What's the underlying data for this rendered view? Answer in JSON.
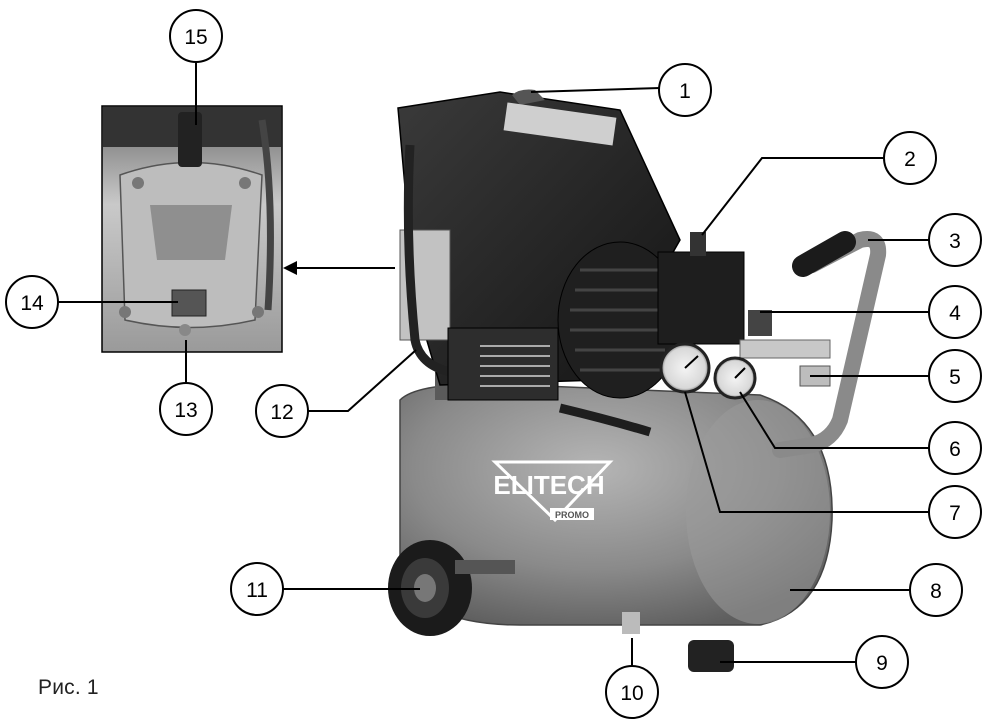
{
  "figure": {
    "caption": "Рис. 1",
    "brand_logo": "ELITECH",
    "brand_sub": "PROMO"
  },
  "callouts": [
    {
      "num": "1"
    },
    {
      "num": "2"
    },
    {
      "num": "3"
    },
    {
      "num": "4"
    },
    {
      "num": "5"
    },
    {
      "num": "6"
    },
    {
      "num": "7"
    },
    {
      "num": "8"
    },
    {
      "num": "9"
    },
    {
      "num": "10"
    },
    {
      "num": "11"
    },
    {
      "num": "12"
    },
    {
      "num": "13"
    },
    {
      "num": "14"
    },
    {
      "num": "15"
    }
  ],
  "colors": {
    "tank": "#8a8a8a",
    "motor_housing": "#2a2a2a",
    "line": "#000000",
    "inset_frame": "#000000"
  }
}
